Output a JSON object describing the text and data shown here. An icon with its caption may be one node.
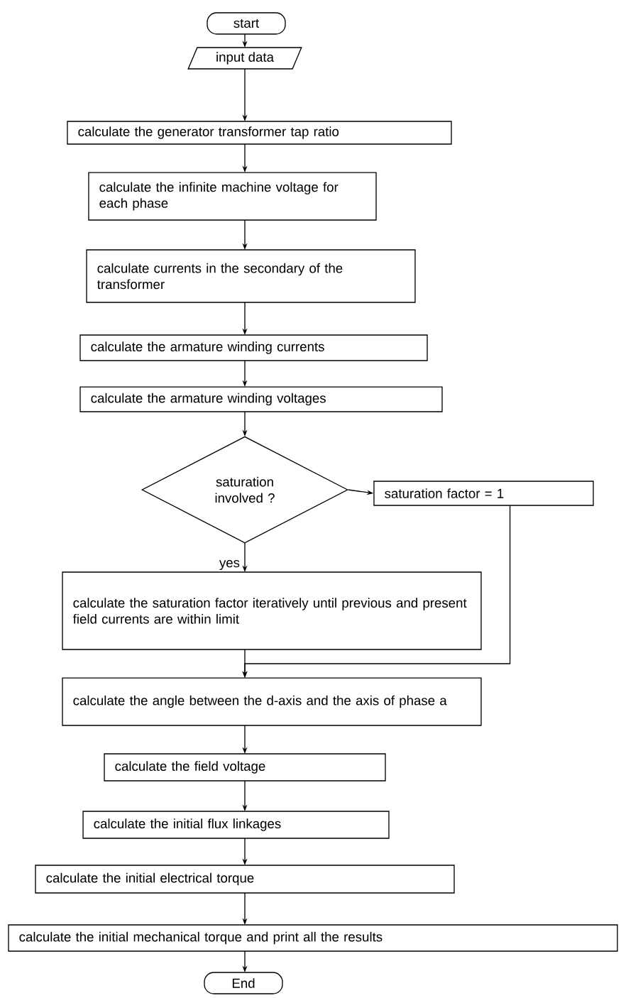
{
  "diagram": {
    "nodes": [
      {
        "text": [
          "start"
        ]
      },
      {
        "text": [
          "input data"
        ]
      },
      {
        "text": [
          "calculate the generator transformer tap ratio"
        ]
      },
      {
        "text": [
          "calculate the infinite machine voltage for each phase"
        ]
      },
      {
        "text": [
          "calculate currents in the secondary of the transformer"
        ]
      },
      {
        "text": [
          "calculate the armature winding currents"
        ]
      },
      {
        "text": [
          "calculate the armature winding voltages"
        ]
      },
      {
        "text": [
          "saturation involved ?"
        ]
      },
      {
        "text": [
          "saturation factor = 1"
        ]
      },
      {
        "text": [
          "calculate the saturation factor iteratively until previous and present field currents are within limit"
        ]
      },
      {
        "text": [
          "calculate the angle between the d-axis and the axis of phase a"
        ]
      },
      {
        "text": [
          "calculate the field voltage"
        ]
      },
      {
        "text": [
          "calculate the initial flux linkages"
        ]
      },
      {
        "text": [
          "calculate the initial electrical torque"
        ]
      },
      {
        "text": [
          "calculate the initial mechanical torque and print all the results"
        ]
      },
      {
        "text": [
          "End"
        ]
      }
    ],
    "edges": [
      {
        "from": 0,
        "to": 1,
        "arrow": "to"
      },
      {
        "from": 1,
        "to": 2,
        "arrow": "to"
      },
      {
        "from": 2,
        "to": 3,
        "arrow": "to"
      },
      {
        "from": 3,
        "to": 4,
        "arrow": "to"
      },
      {
        "from": 4,
        "to": 5,
        "arrow": "to"
      },
      {
        "from": 5,
        "to": 6,
        "arrow": "to"
      },
      {
        "from": 6,
        "to": 7,
        "arrow": "to"
      },
      {
        "from": 7,
        "to": 8,
        "arrow": "to"
      },
      {
        "from": 7,
        "to": 9,
        "arrow": "to",
        "label": "yes"
      },
      {
        "from": 8,
        "to": 10,
        "arrow": "to"
      },
      {
        "from": 9,
        "to": 10,
        "arrow": "to"
      },
      {
        "from": 10,
        "to": 11,
        "arrow": "to"
      },
      {
        "from": 11,
        "to": 12,
        "arrow": "to"
      },
      {
        "from": 12,
        "to": 13,
        "arrow": "to"
      },
      {
        "from": 13,
        "to": 14,
        "arrow": "to"
      },
      {
        "from": 14,
        "to": 15,
        "arrow": "to"
      }
    ]
  }
}
